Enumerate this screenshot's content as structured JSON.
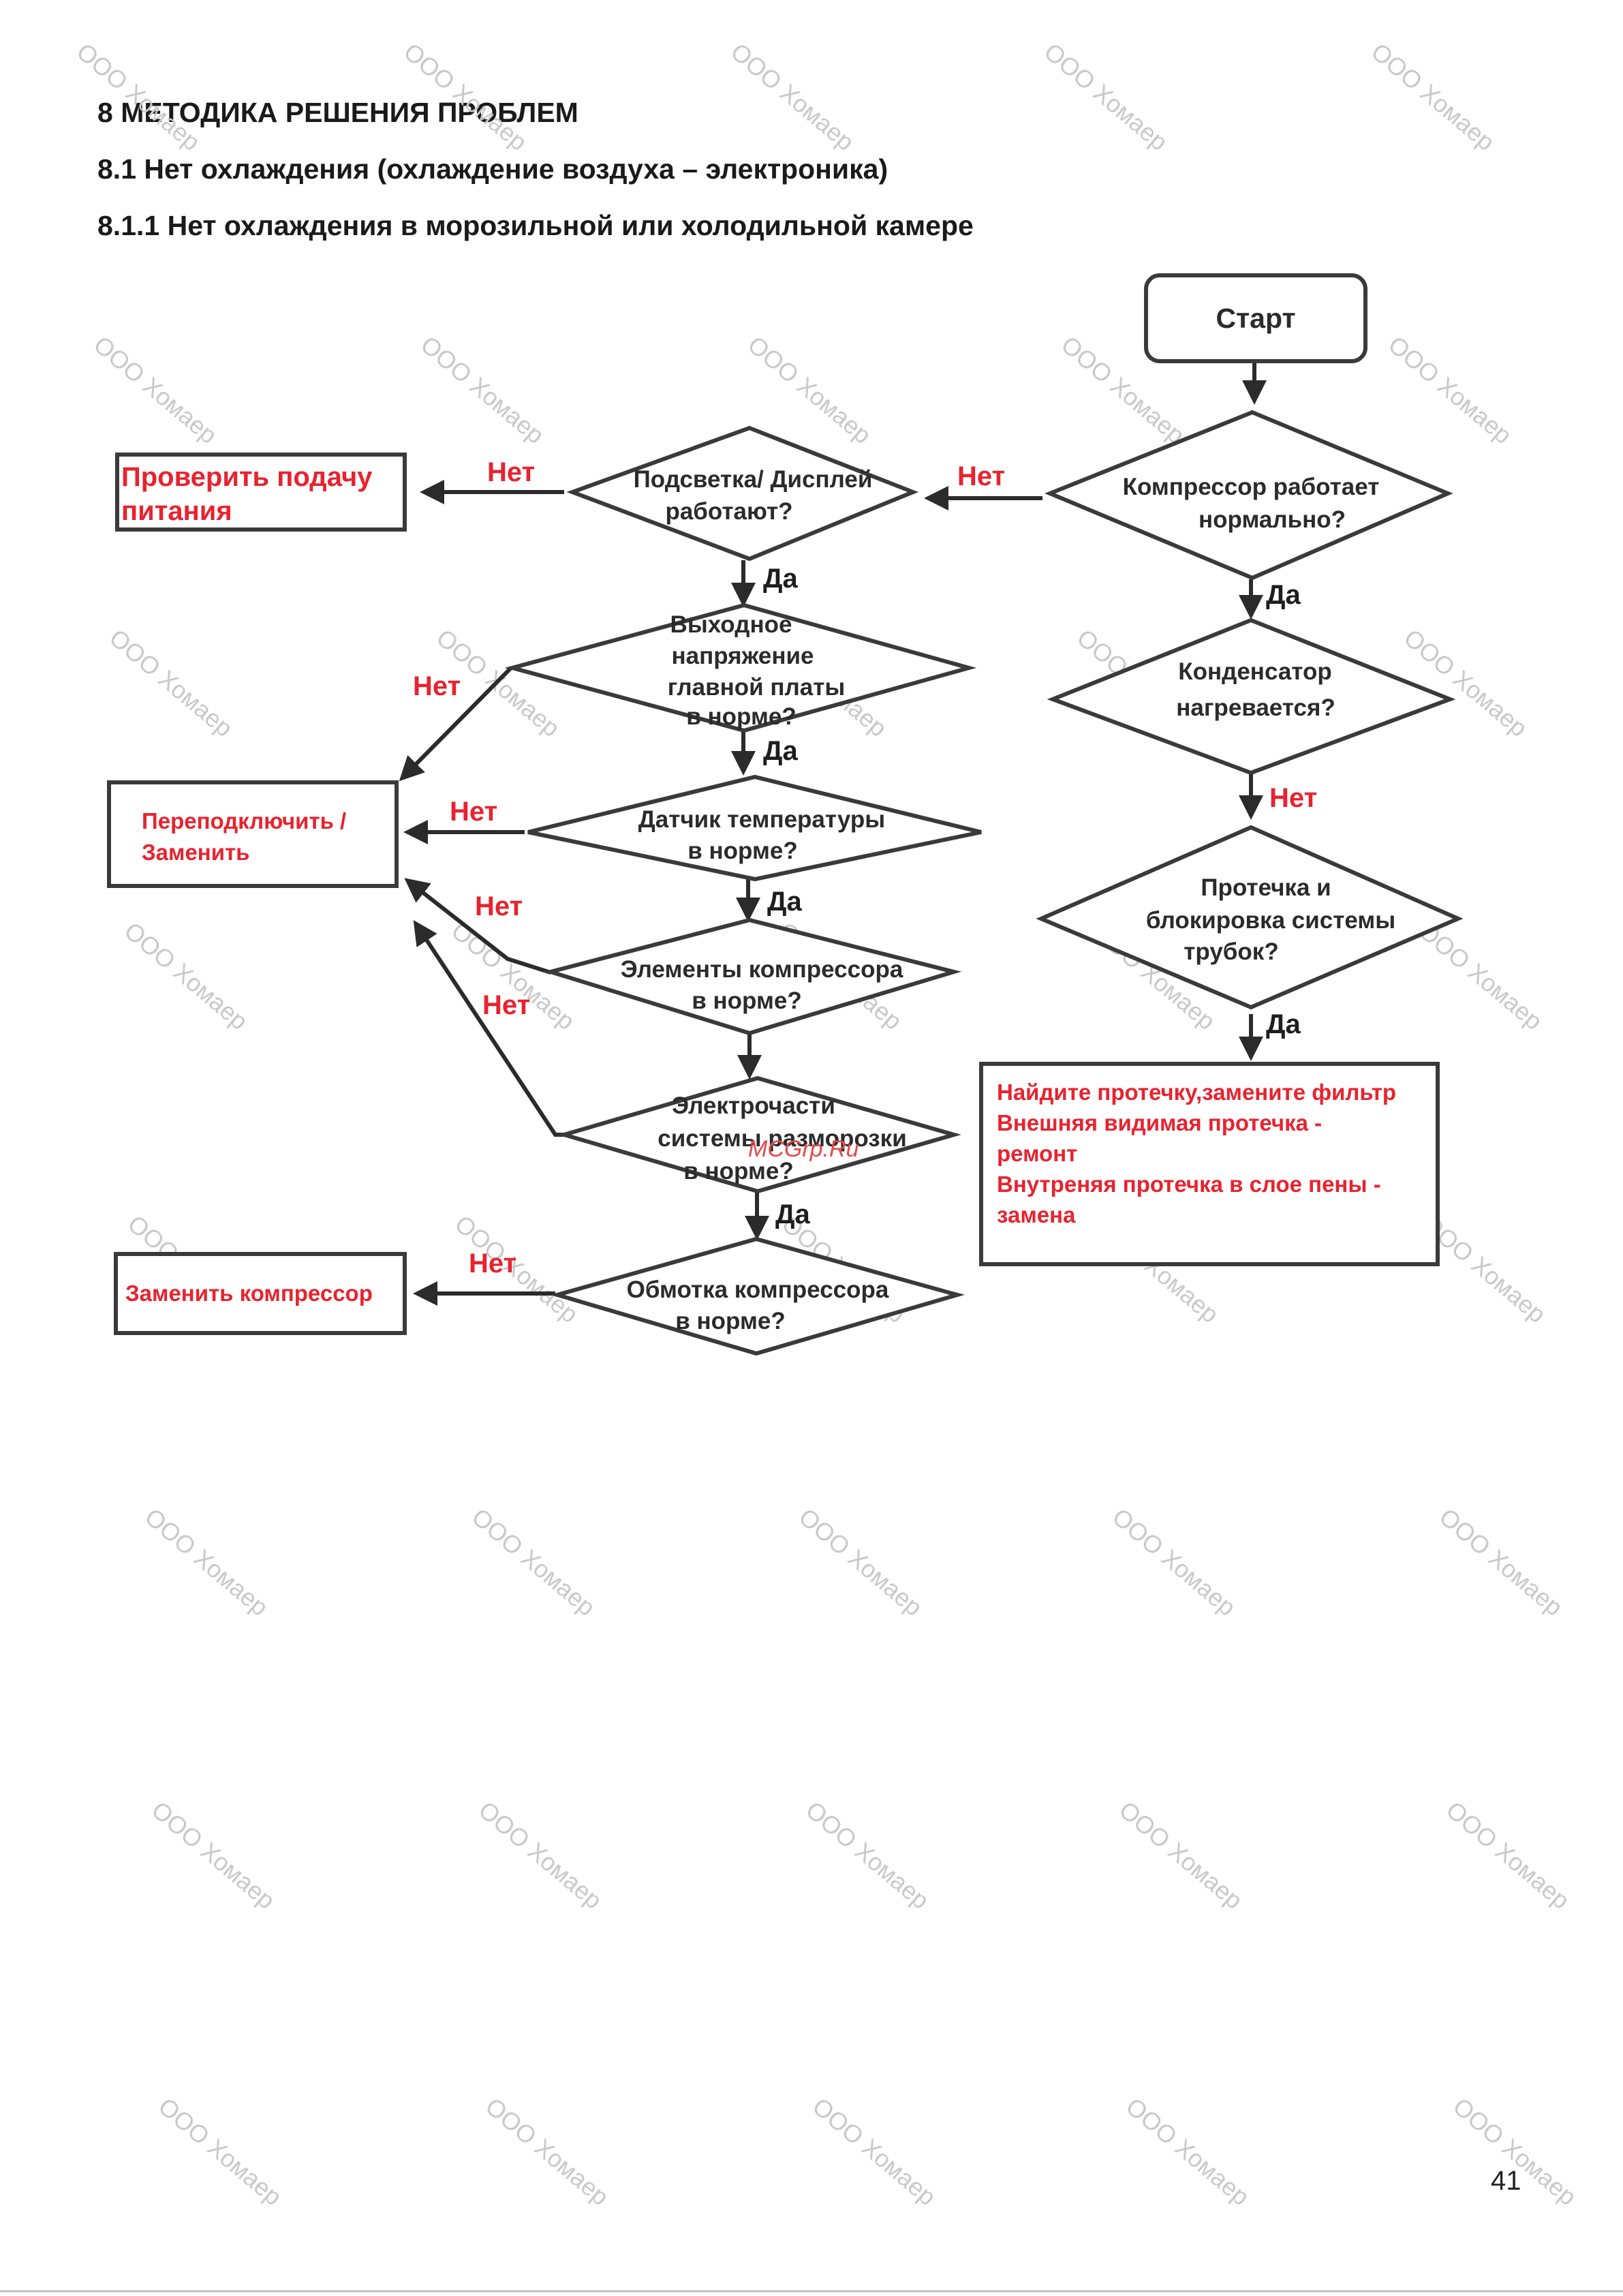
{
  "headings": {
    "h1": "8 МЕТОДИКА РЕШЕНИЯ ПРОБЛЕМ",
    "h2": "8.1 Нет охлаждения (охлаждение воздуха – электроника)",
    "h3": "8.1.1 Нет охлаждения в морозильной или холодильной камере"
  },
  "flow": {
    "start": "Старт",
    "compressor_ok": [
      "Компрессор работает",
      "нормально?"
    ],
    "backlight": [
      "Подсветка/ Дисплей",
      "работают?"
    ],
    "check_power": [
      "Проверить подачу",
      "питания"
    ],
    "main_board": [
      "Выходное",
      "напряжение",
      "главной платы",
      "в норме?"
    ],
    "reconnect": [
      "Переподключить /",
      "Заменить"
    ],
    "temp_sensor": [
      "Датчик температуры",
      "в норме?"
    ],
    "compressor_parts": [
      "Элементы компрессора",
      "в норме?"
    ],
    "defrost_parts": [
      "Электрочасти",
      "системы разморозки",
      "в норме?"
    ],
    "winding": [
      "Обмотка компрессора",
      "в норме?"
    ],
    "replace_compressor": "Заменить компрессор",
    "condenser": [
      "Конденсатор",
      "нагревается?"
    ],
    "leak": [
      "Протечка и",
      "блокировка системы",
      "трубок?"
    ],
    "leak_action": [
      "Найдите протечку,замените фильтр",
      "Внешняя видимая протечка -",
      "ремонт",
      "Внутреняя протечка в слое пены -",
      "замена"
    ],
    "yes": "Да",
    "no": "Нет"
  },
  "overlay": {
    "watermark": "ООО Хомаер",
    "site_mark": "MCGrp.Ru"
  },
  "page_number": "41",
  "colors": {
    "red": "#e8232f",
    "stroke": "#3a3a3a",
    "watermark": "#c9c9c9"
  }
}
